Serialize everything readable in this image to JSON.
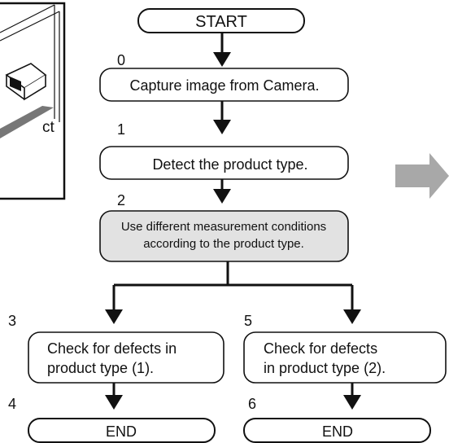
{
  "start_label": "START",
  "end_label": "END",
  "steps": [
    {
      "num": "0",
      "text": "Capture image from Camera."
    },
    {
      "num": "1",
      "text": "Detect the product type."
    },
    {
      "num": "2",
      "lines": [
        "Use different measurement conditions",
        "according to the product type."
      ]
    },
    {
      "num": "3",
      "lines": [
        "Check for defects in",
        "product type (1)."
      ]
    },
    {
      "num": "4"
    },
    {
      "num": "5",
      "lines": [
        "Check for defects",
        "in product type (2)."
      ]
    },
    {
      "num": "6"
    }
  ],
  "inset_text": "ct",
  "colors": {
    "stroke": "#111111",
    "condition_fill": "#e2e2e2",
    "arrow_gray": "#a8a8a8"
  }
}
